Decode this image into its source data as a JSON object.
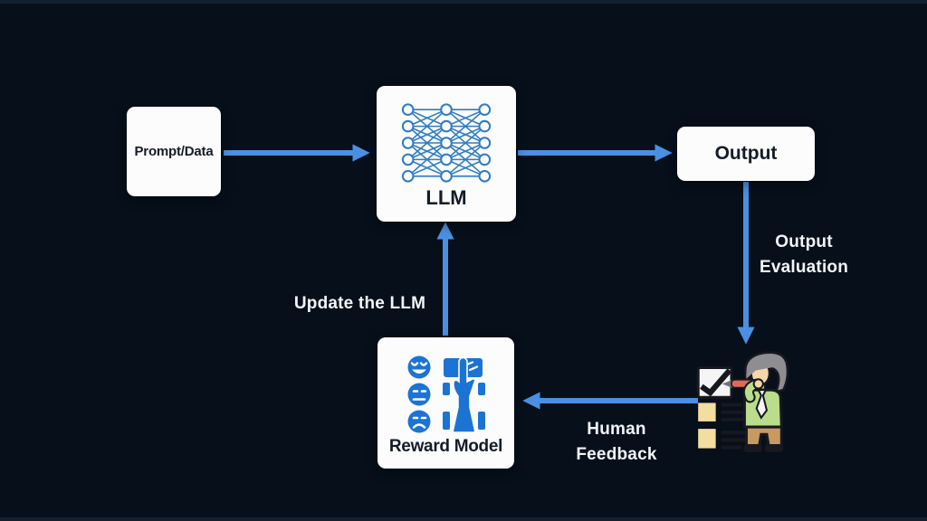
{
  "canvas": {
    "background": "#060f1a",
    "arrow_color": "#4a90e2",
    "node_background": "#fcfcfc",
    "node_text_color": "#141c28",
    "label_text_color": "#f3f5f7"
  },
  "nodes": {
    "prompt": {
      "label": "Prompt/Data"
    },
    "llm": {
      "label": "LLM",
      "icon": "neural-network-icon",
      "icon_color": "#2f7bc3"
    },
    "output": {
      "label": "Output"
    },
    "reward": {
      "label": "Reward Model",
      "icon": "rating-faces-hand-icon",
      "icon_color": "#1b74d4"
    }
  },
  "edge_labels": {
    "update_llm": "Update the LLM",
    "output_evaluation": "Output Evaluation",
    "human_feedback": "Human Feedback"
  },
  "illustrations": {
    "human_evaluator": "human-evaluator-checklist-icon"
  }
}
